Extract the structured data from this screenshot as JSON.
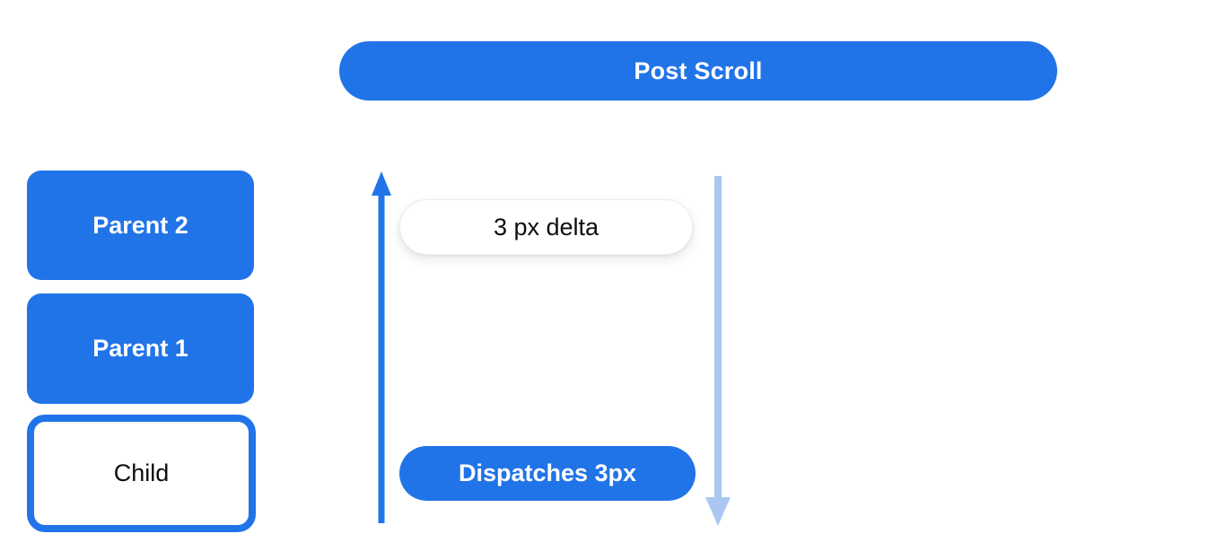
{
  "colors": {
    "primary_blue": "#2174e8",
    "light_blue": "#a9c7f1",
    "text_black": "#0d0d0d",
    "pill_border": "#ededed"
  },
  "header": {
    "post_scroll_label": "Post Scroll"
  },
  "widget_stack": {
    "items": [
      {
        "label": "Parent 2",
        "variant": "filled"
      },
      {
        "label": "Parent 1",
        "variant": "filled"
      },
      {
        "label": "Child",
        "variant": "outlined"
      }
    ]
  },
  "notification_flow": {
    "delta_label": "3 px delta",
    "dispatch_label": "Dispatches 3px",
    "up_arrow_color": "#2174e8",
    "down_arrow_color": "#a9c7f1"
  }
}
